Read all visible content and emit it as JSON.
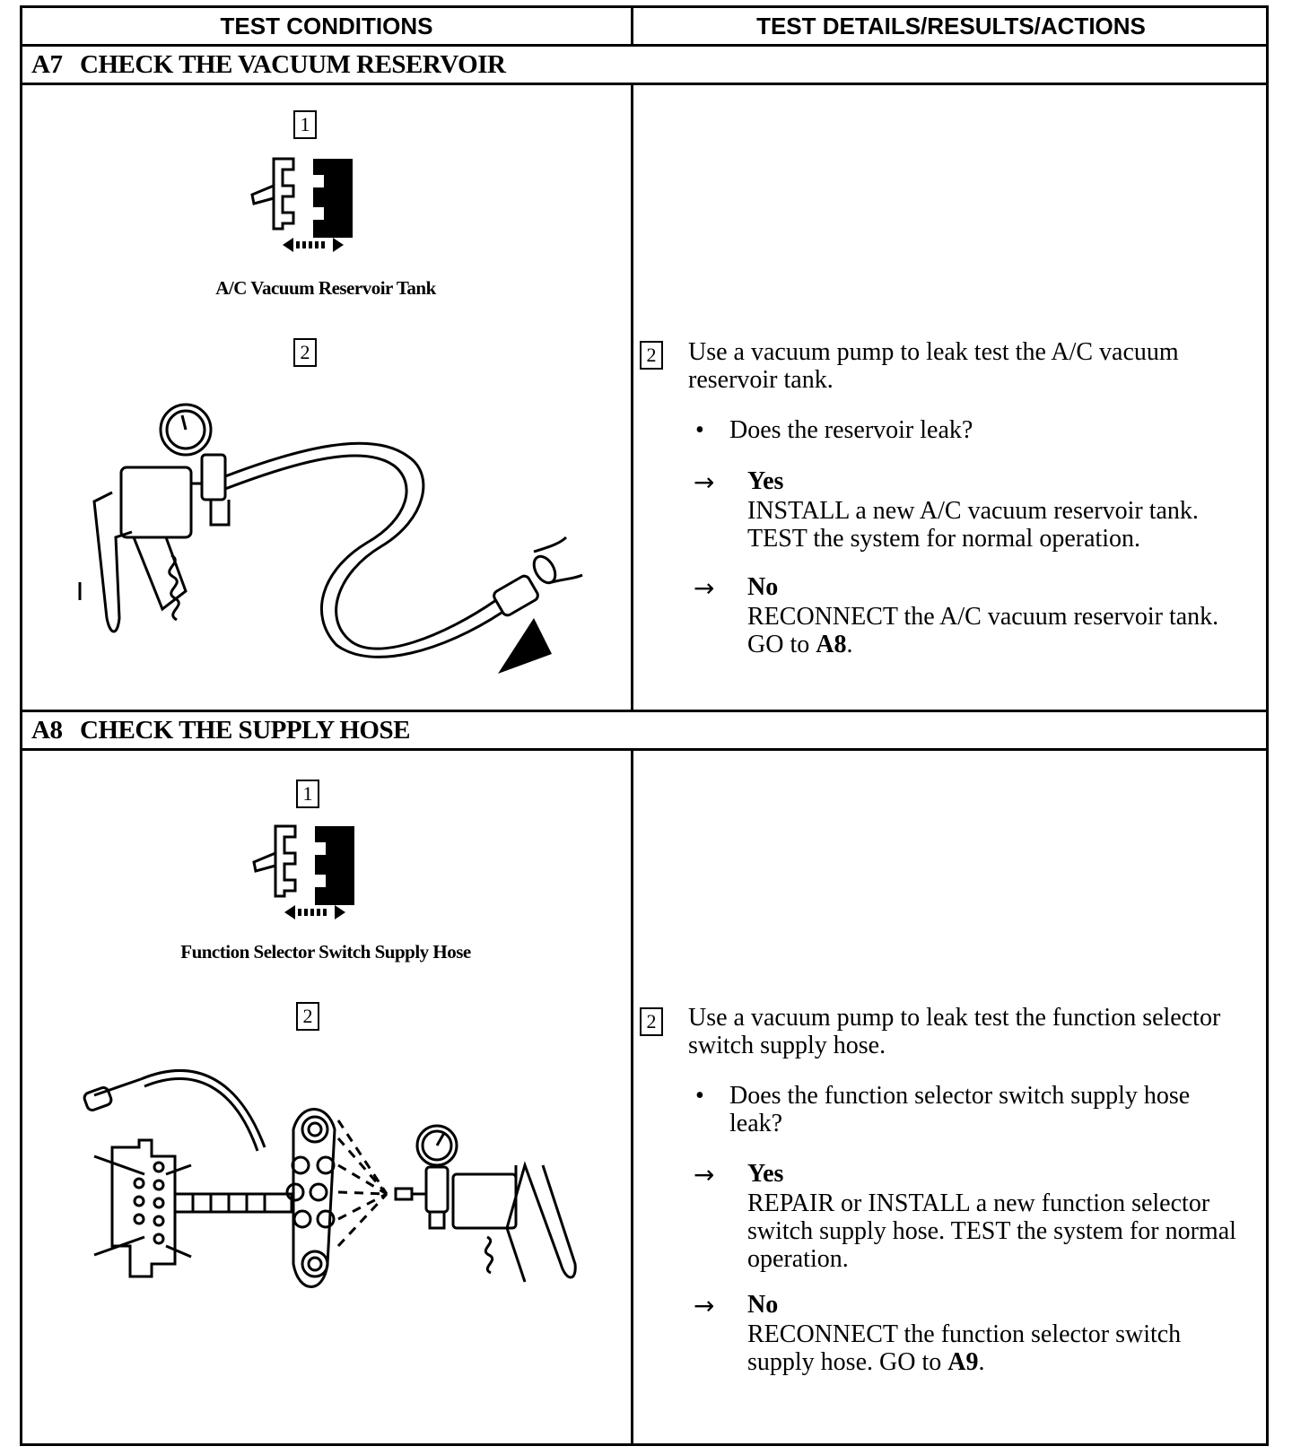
{
  "columns": {
    "left": "TEST CONDITIONS",
    "right": "TEST DETAILS/RESULTS/ACTIONS"
  },
  "sections": [
    {
      "code": "A7",
      "title": "CHECK THE VACUUM RESERVOIR",
      "step1_num": "1",
      "step1_caption": "A/C Vacuum Reservoir Tank",
      "step2_num": "2",
      "detail_num": "2",
      "detail_text": "Use a vacuum pump to leak test the A/C vacuum reservoir tank.",
      "question": "Does the reservoir leak?",
      "yes_label": "Yes",
      "yes_action": "INSTALL a new A/C vacuum reservoir tank. TEST the system for normal operation.",
      "no_label": "No",
      "no_action_pre": "RECONNECT the A/C vacuum reservoir tank. GO to ",
      "no_goto": "A8",
      "no_action_post": "."
    },
    {
      "code": "A8",
      "title": "CHECK THE SUPPLY HOSE",
      "step1_num": "1",
      "step1_caption": "Function Selector Switch Supply Hose",
      "step2_num": "2",
      "detail_num": "2",
      "detail_text": "Use a vacuum pump to leak test the function selector switch supply hose.",
      "question": "Does the function selector switch supply hose leak?",
      "yes_label": "Yes",
      "yes_action": "REPAIR or INSTALL a new function selector switch supply hose. TEST the system for normal operation.",
      "no_label": "No",
      "no_action_pre": "RECONNECT the function selector switch supply hose. GO to ",
      "no_goto": "A9",
      "no_action_post": "."
    }
  ],
  "icons": {
    "connector": "disconnect-connector-icon",
    "arrow": "arrow-right-icon",
    "bullet": "bullet-icon",
    "pump": "vacuum-pump-illustration",
    "valve": "selector-valve-illustration"
  }
}
